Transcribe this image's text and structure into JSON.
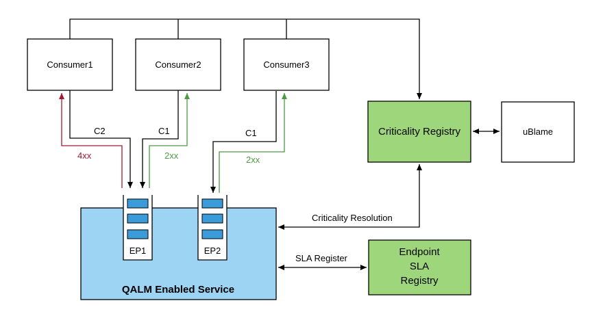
{
  "nodes": {
    "consumer1": "Consumer1",
    "consumer2": "Consumer2",
    "consumer3": "Consumer3",
    "criticality_registry": "Criticality Registry",
    "ublame": "uBlame",
    "service": "QALM Enabled Service",
    "ep1": "EP1",
    "ep2": "EP2",
    "endpoint_sla_registry": [
      "Endpoint",
      "SLA",
      "Registry"
    ]
  },
  "edge_labels": {
    "c2": "C2",
    "c1_ep1": "C1",
    "c1_ep2": "C1",
    "resp_4xx": "4xx",
    "resp_2xx_consumer2": "2xx",
    "resp_2xx_consumer3": "2xx",
    "criticality_resolution": "Criticality Resolution",
    "sla_register": "SLA Register"
  },
  "colors": {
    "service_fill": "#9dd3f3",
    "registry_fill": "#9ed67c",
    "queue_item": "#3b9bd9",
    "error_arrow": "#a3182e",
    "success_arrow": "#4b9a45",
    "line": "#000000"
  }
}
